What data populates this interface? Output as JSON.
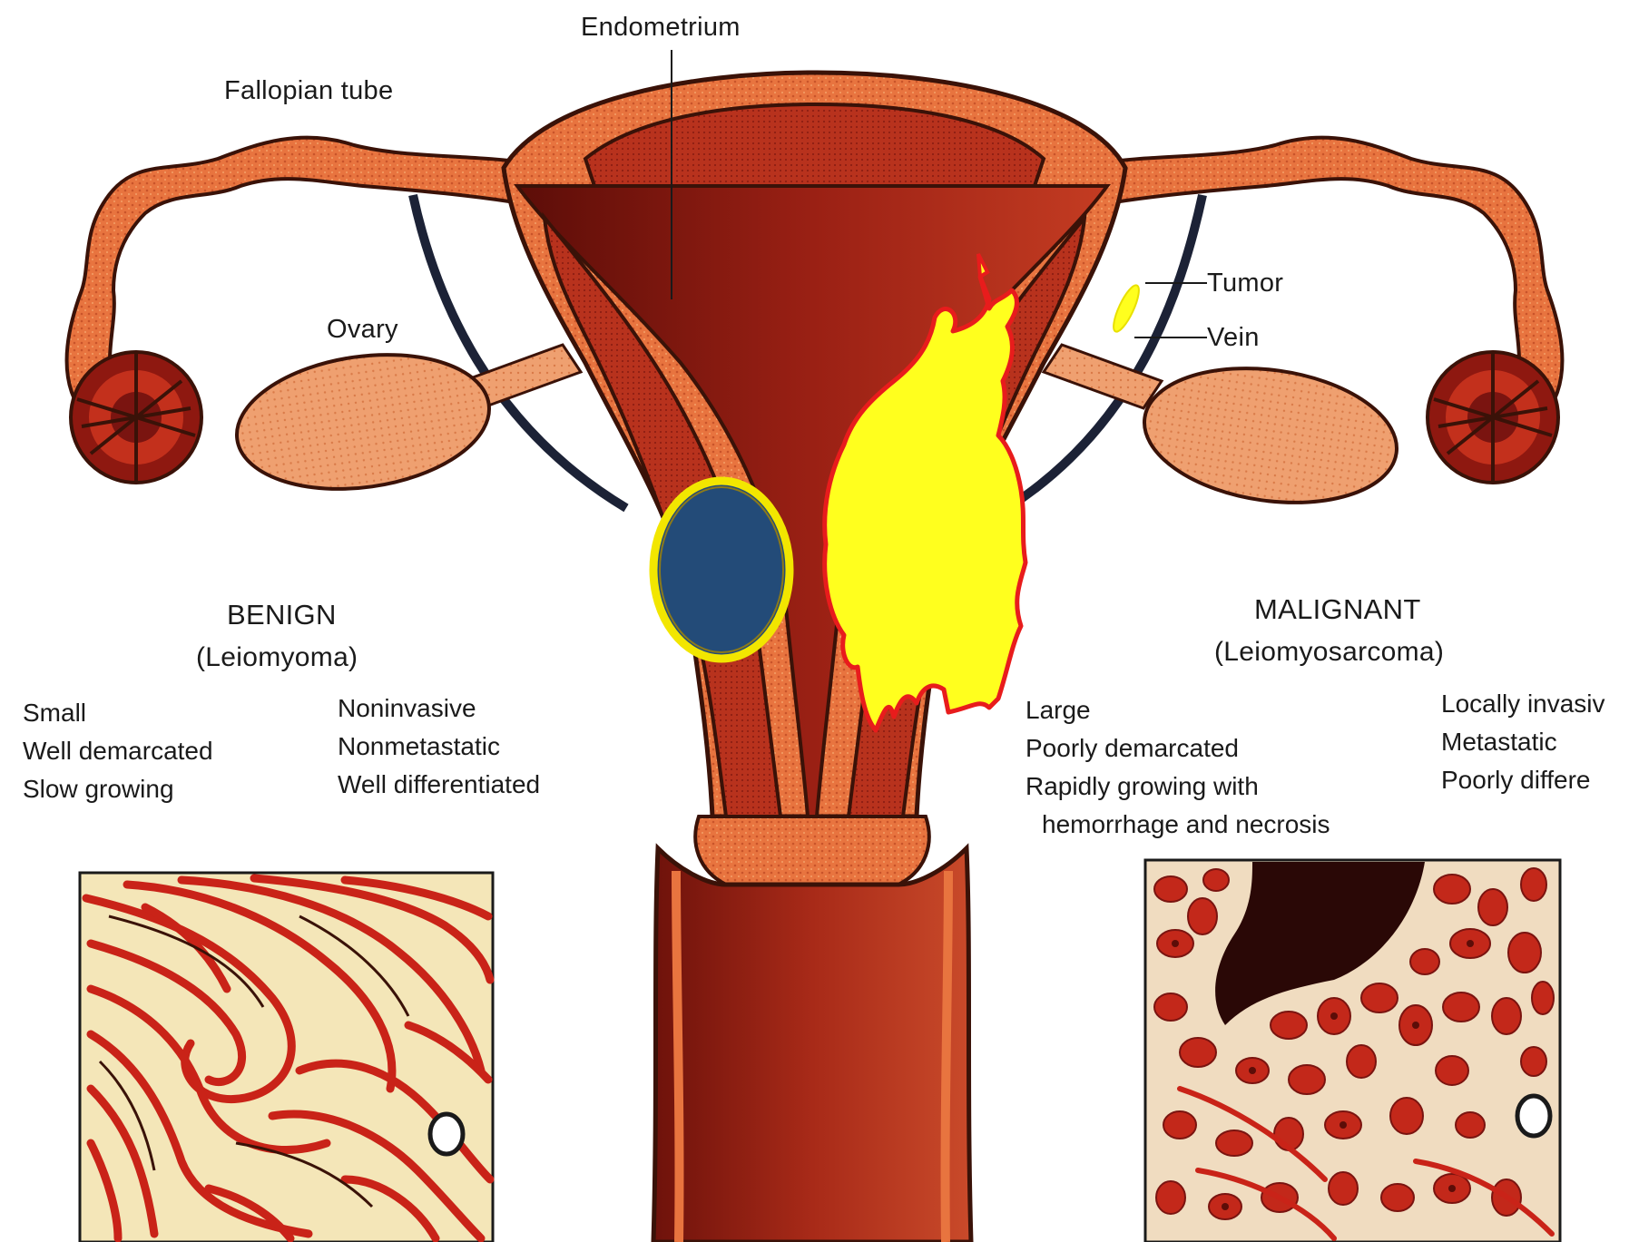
{
  "labels": {
    "endometrium": "Endometrium",
    "fallopian_tube": "Fallopian tube",
    "ovary": "Ovary",
    "tumor": "Tumor",
    "vein": "Vein"
  },
  "benign": {
    "title": "BENIGN",
    "subtitle": "(Leiomyoma)",
    "col1": [
      "Small",
      "Well demarcated",
      "Slow growing"
    ],
    "col2": [
      "Noninvasive",
      "Nonmetastatic",
      "Well differentiated"
    ]
  },
  "malignant": {
    "title": "MALIGNANT",
    "subtitle": "(Leiomyosarcoma)",
    "col1": [
      "Large",
      "Poorly demarcated",
      "Rapidly growing with",
      "hemorrhage and necrosis"
    ],
    "col2": [
      "Locally invasiv",
      "Metastatic",
      "Poorly differe"
    ]
  },
  "colors": {
    "tissue": "#e8743f",
    "tissue_light": "#efa070",
    "tissue_dark": "#c0381f",
    "cavity": "#7a1410",
    "outline": "#3a1208",
    "vein": "#1c2236",
    "benign_tumor": "#234b78",
    "benign_ring": "#f2e600",
    "malignant_tumor": "#ffff1e",
    "malignant_edge": "#e81c1c"
  }
}
